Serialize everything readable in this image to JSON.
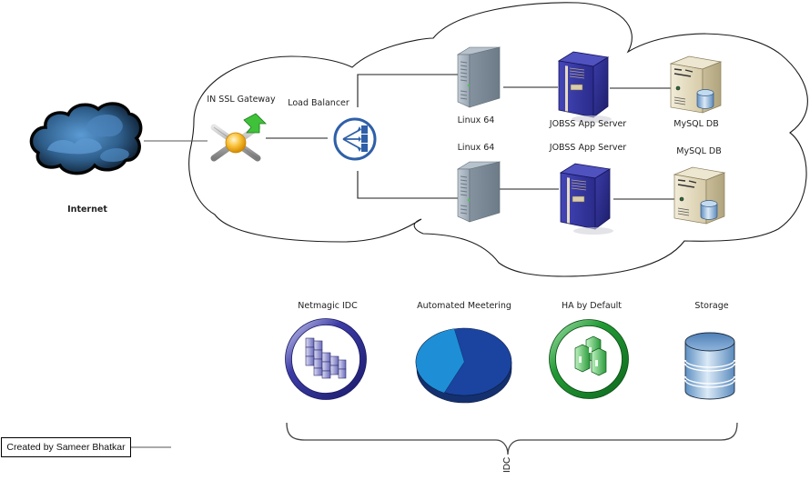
{
  "diagram": {
    "title": "IDC network architecture",
    "nodes": {
      "internet": {
        "label": "Internet",
        "icon": "storm-cloud-icon"
      },
      "ssl_gateway": {
        "label": "IN SSL Gateway",
        "icon": "gateway-icon"
      },
      "load_balancer": {
        "label": "Load Balancer",
        "icon": "load-balancer-icon"
      },
      "linux_1": {
        "label": "Linux 64",
        "icon": "tower-server-icon"
      },
      "linux_2": {
        "label": "Linux 64",
        "icon": "tower-server-icon"
      },
      "app_server_1": {
        "label": "JOBSS App Server",
        "icon": "app-server-rack-icon"
      },
      "app_server_2": {
        "label": "JOBSS App Server",
        "icon": "app-server-rack-icon"
      },
      "mysql_1": {
        "label": "MySQL DB",
        "icon": "database-server-icon"
      },
      "mysql_2": {
        "label": "MySQL DB",
        "icon": "database-server-icon"
      }
    },
    "features": [
      {
        "label": "Netmagic IDC",
        "icon": "datacenter-icon"
      },
      {
        "label": "Automated Meetering",
        "icon": "pie-chart-icon"
      },
      {
        "label": "HA by Default",
        "icon": "ha-cluster-icon"
      },
      {
        "label": "Storage",
        "icon": "storage-cylinder-icon"
      }
    ],
    "brace_label": "IDC",
    "credit": "Created by Sameer Bhatkar",
    "connections": [
      [
        "internet",
        "ssl_gateway"
      ],
      [
        "ssl_gateway",
        "load_balancer"
      ],
      [
        "load_balancer",
        "linux_1"
      ],
      [
        "load_balancer",
        "linux_2"
      ],
      [
        "linux_1",
        "app_server_1"
      ],
      [
        "linux_2",
        "app_server_2"
      ],
      [
        "app_server_1",
        "mysql_1"
      ],
      [
        "app_server_2",
        "mysql_2"
      ]
    ],
    "colors": {
      "cloud_outline": "#222222",
      "connector": "#222222",
      "internet_cloud": "#3a6f9e",
      "load_balancer": "#2f5fa8",
      "server_gray": "#8e9aa5",
      "app_server_blue": "#2e2f8c",
      "db_beige": "#d9d0b4",
      "datacenter_ring": "#2a2a80",
      "pie_light": "#1e8fd6",
      "pie_dark": "#1a44a0",
      "ha_ring": "#1e8a30",
      "storage_blue": "#6c9ccd"
    }
  }
}
